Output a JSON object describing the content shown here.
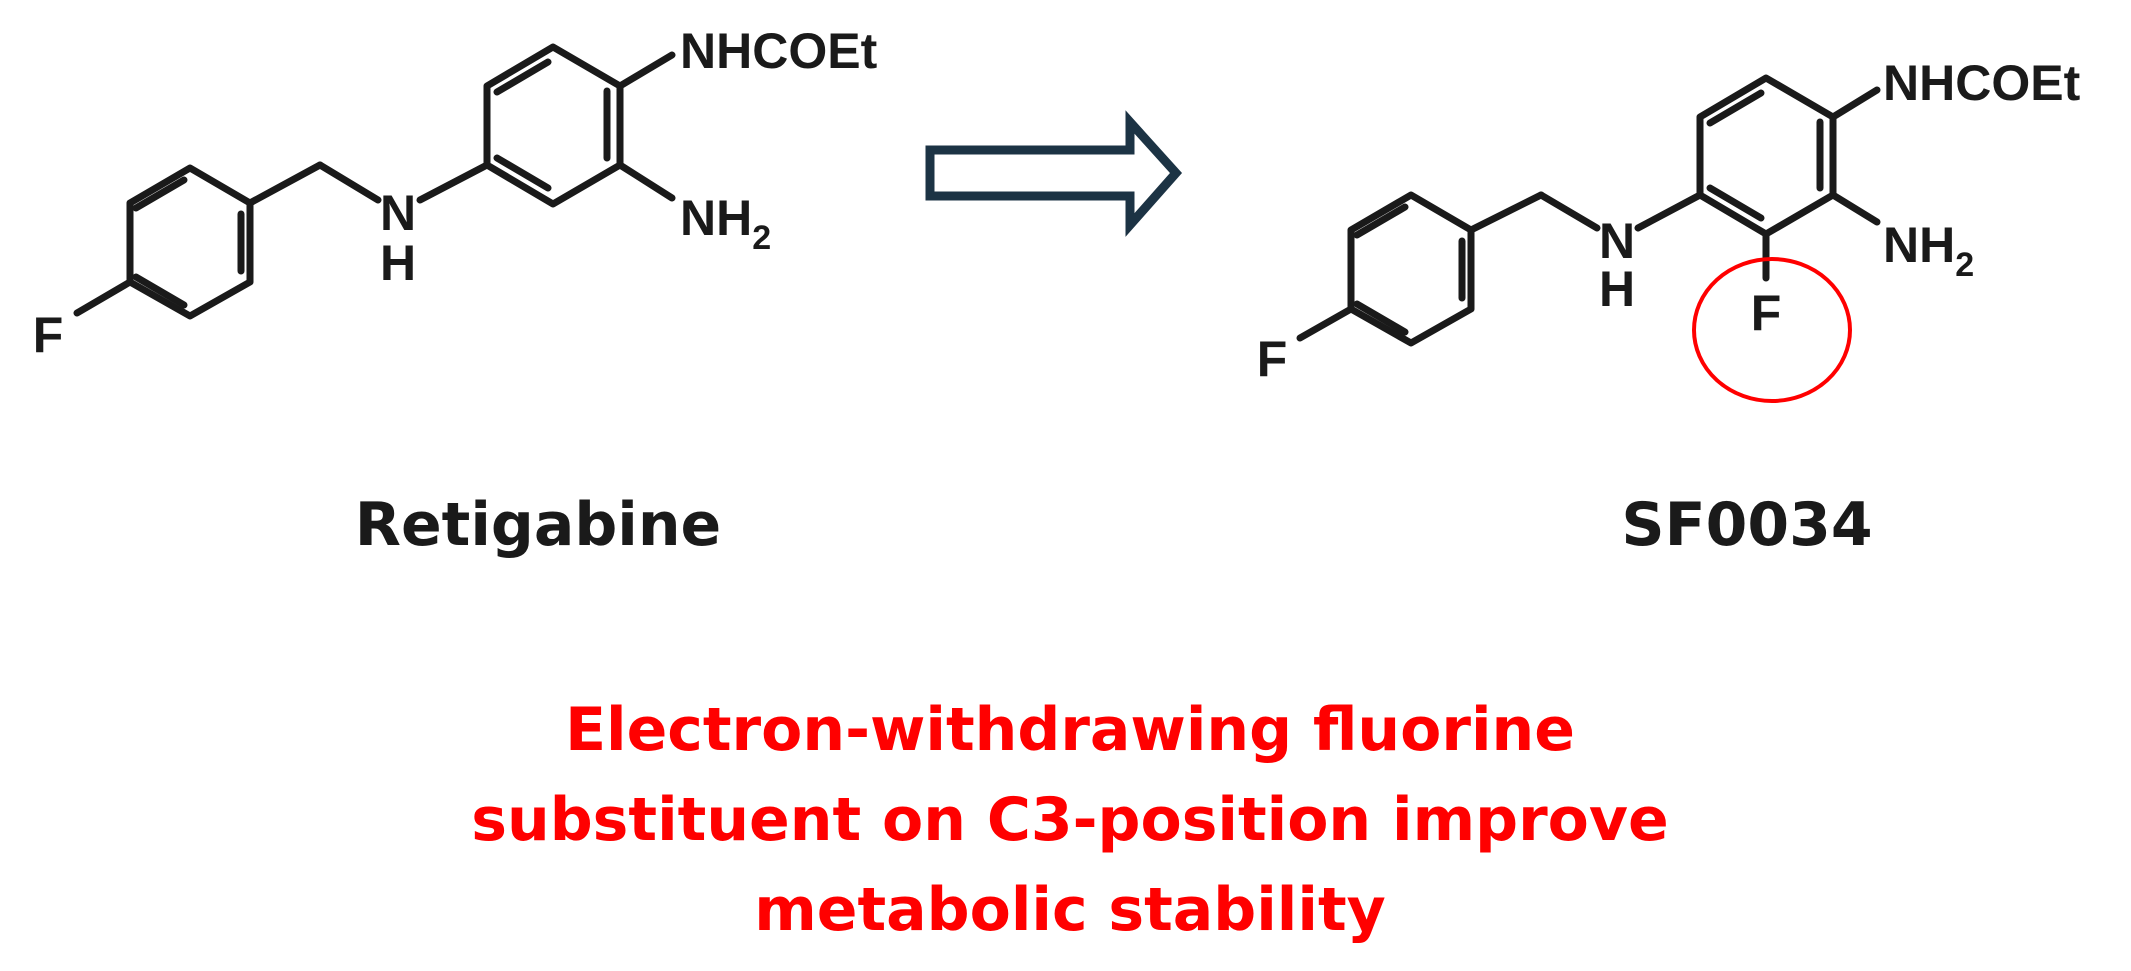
{
  "molecules": [
    {
      "name": "Retigabine",
      "atoms": {
        "acyl_amine": "NHCOEt",
        "amine_n": "N",
        "amine_h": "H",
        "nh2_main": "NH",
        "nh2_sub": "2",
        "fluorine": "F"
      }
    },
    {
      "name": "SF0034",
      "atoms": {
        "acyl_amine": "NHCOEt",
        "amine_n": "N",
        "amine_h": "H",
        "nh2_main": "NH",
        "nh2_sub": "2",
        "fluorine": "F",
        "ring_fluorine": "F"
      }
    }
  ],
  "highlight_color": "#ff0000",
  "arrow": {
    "style": "hollow-block",
    "color": "#1c3344"
  },
  "caption": {
    "lines": [
      "Electron-withdrawing fluorine",
      "substituent on C3-position improve",
      "metabolic stability"
    ],
    "color": "#ff0000"
  }
}
